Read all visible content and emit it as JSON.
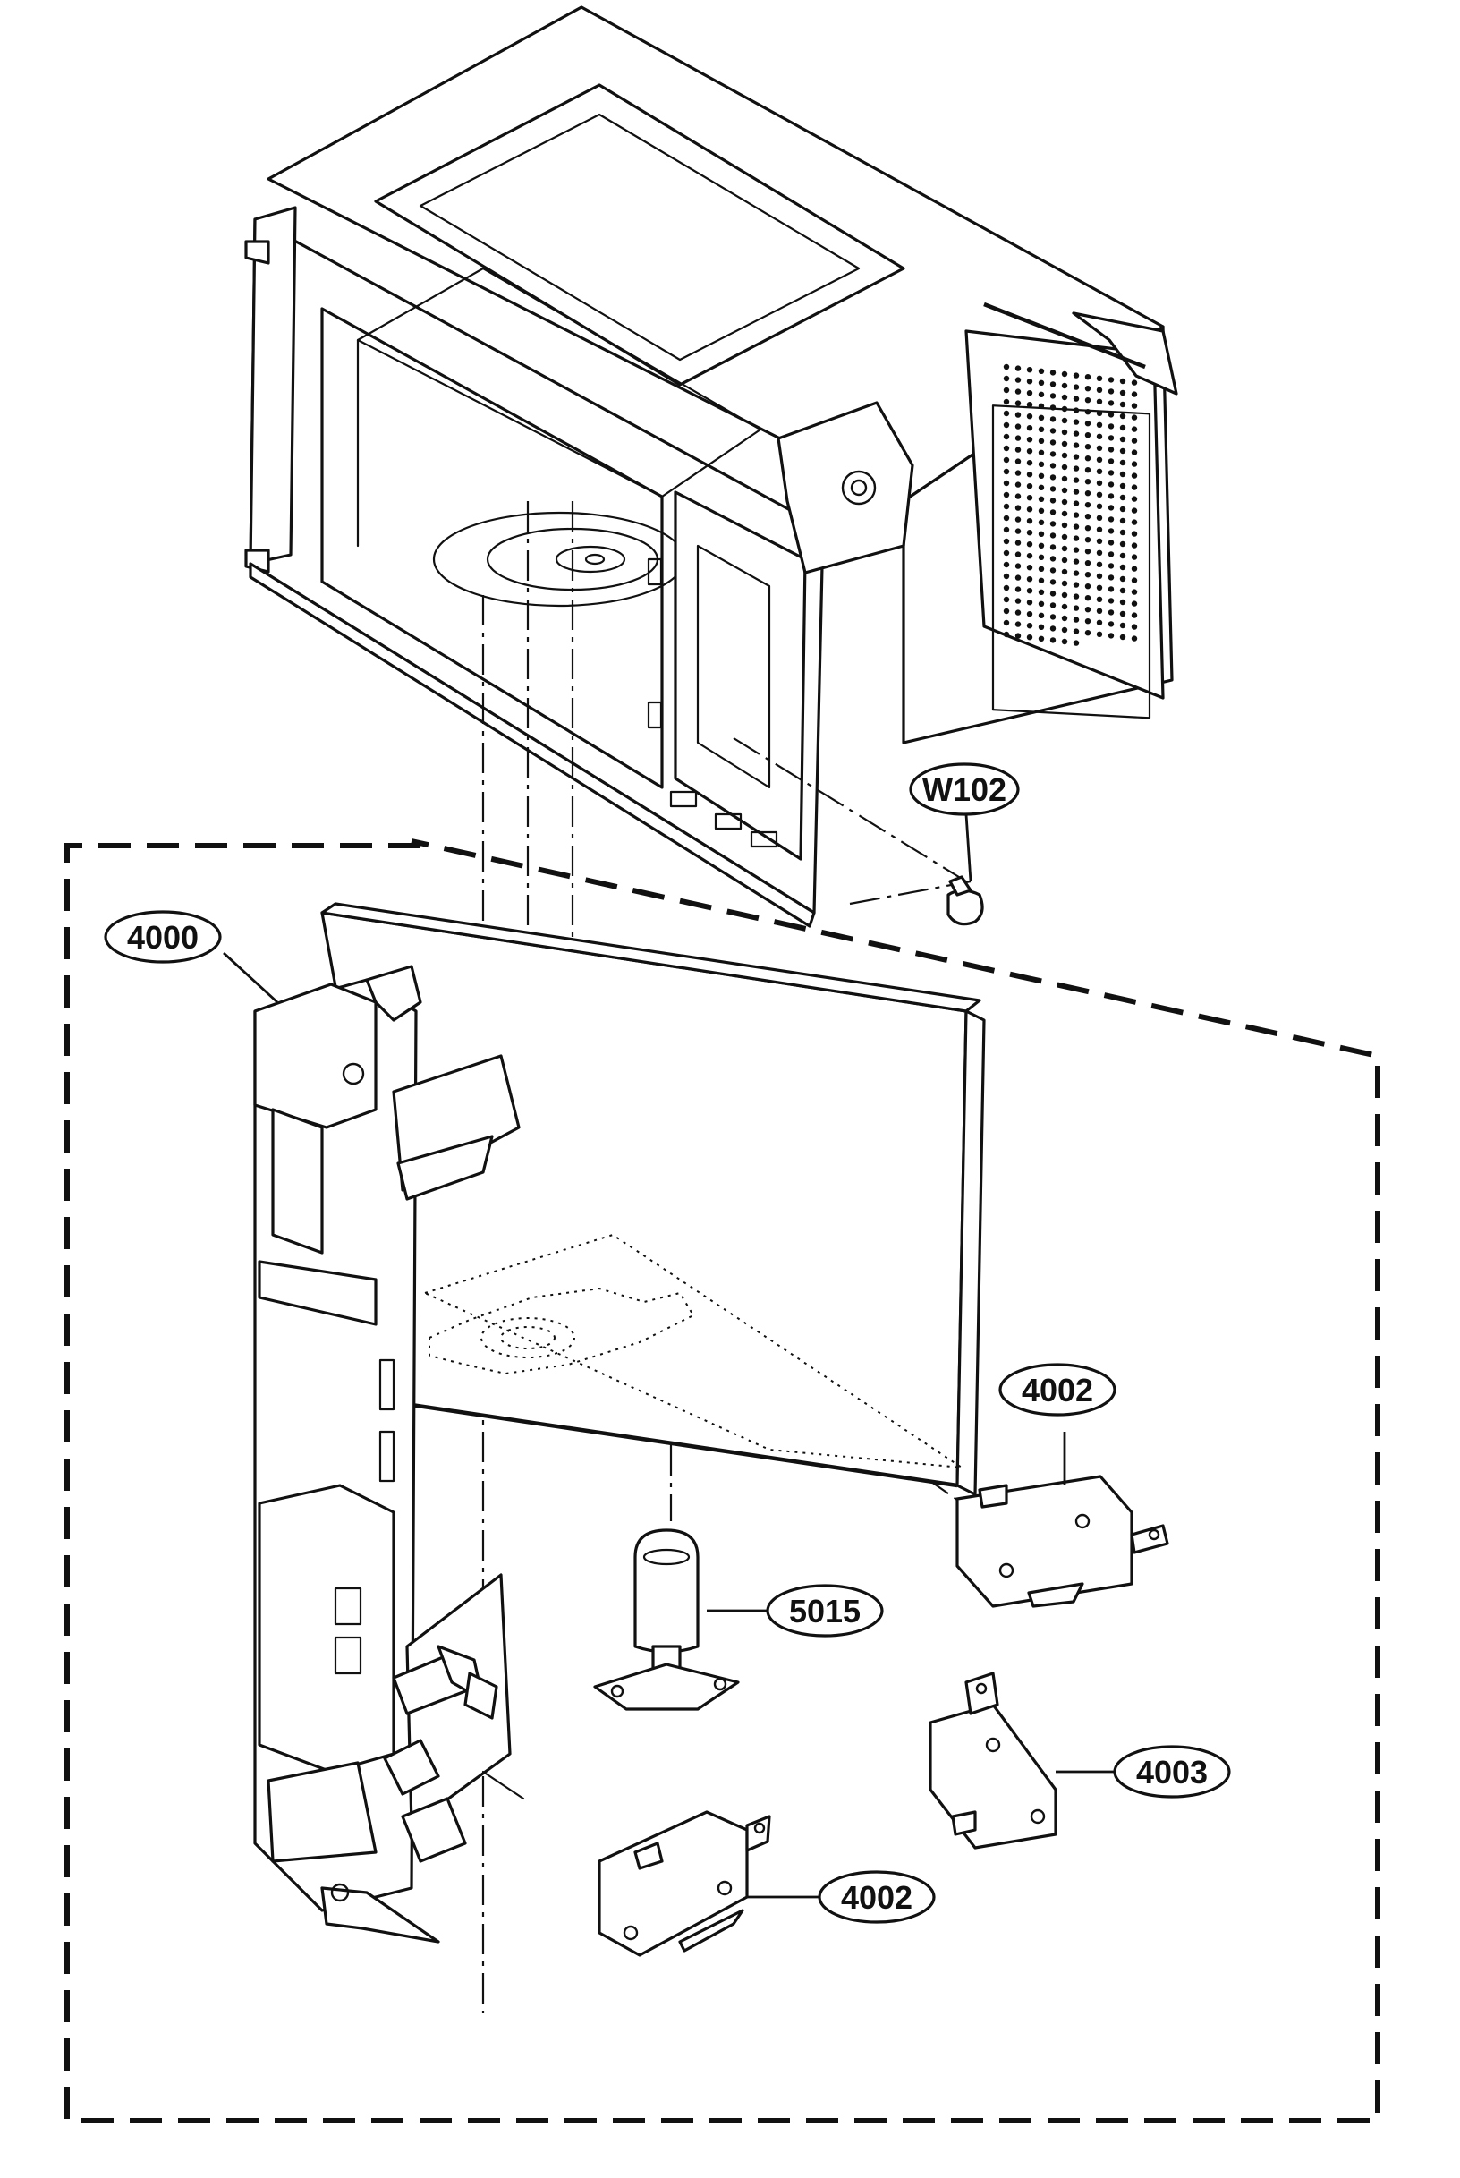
{
  "diagram": {
    "callouts": [
      {
        "id": "W102"
      },
      {
        "id": "4000"
      },
      {
        "id": "4002"
      },
      {
        "id": "5015"
      },
      {
        "id": "4003"
      },
      {
        "id": "4002"
      }
    ]
  },
  "colors": {
    "ink": "#111111",
    "paper": "#ffffff"
  }
}
